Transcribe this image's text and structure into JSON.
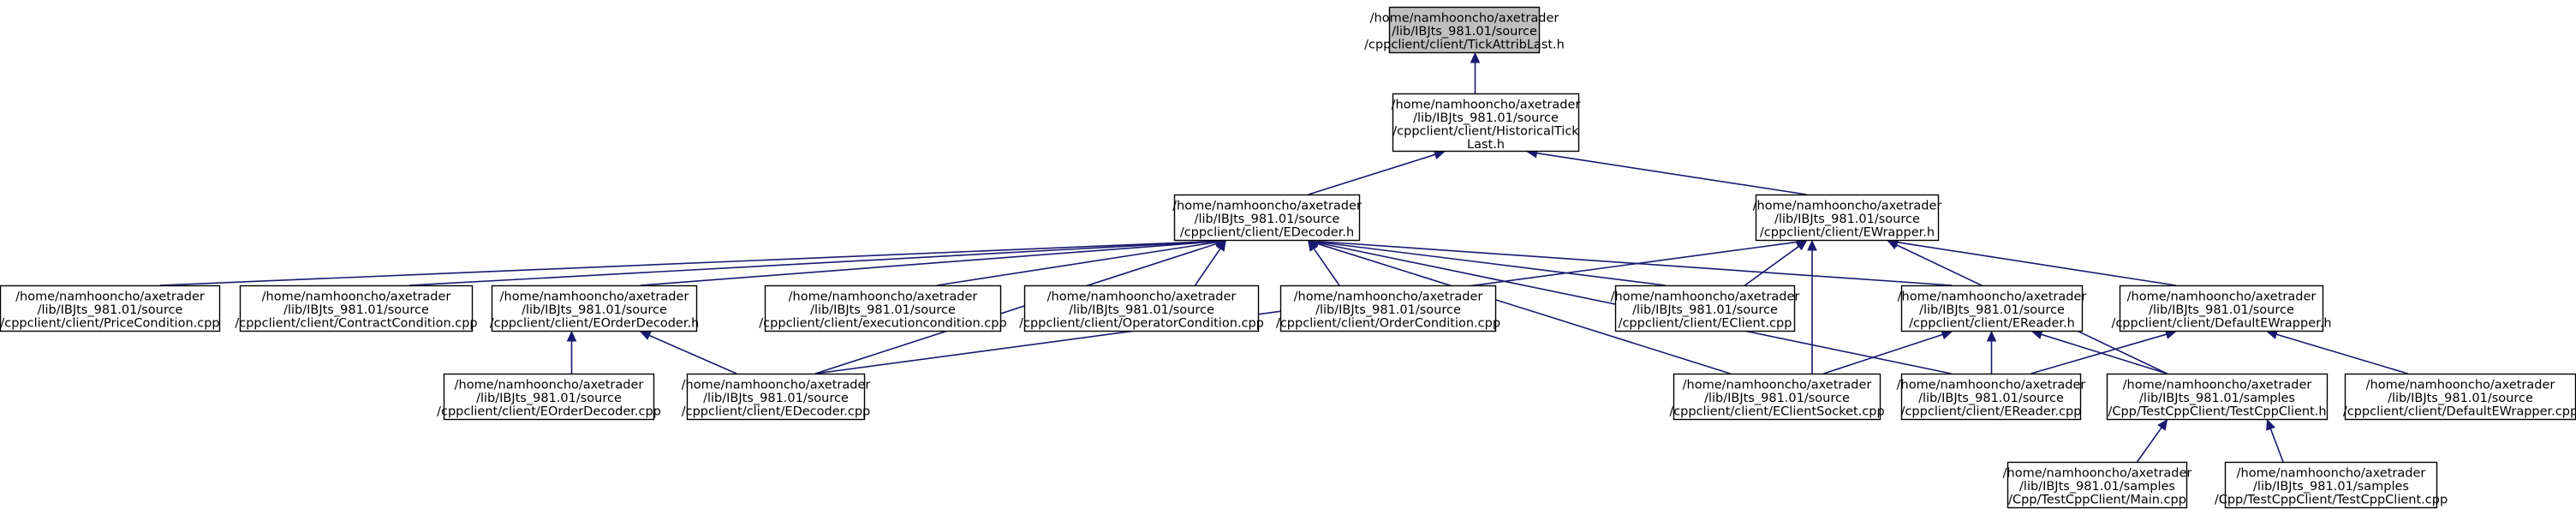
{
  "diagram": {
    "type": "include-dependency-graph",
    "nodes": [
      {
        "id": "n0",
        "lines": [
          "/home/namhooncho/axetrader",
          "/lib/IBJts_981.01/source",
          "/cppclient/client/TickAttribLast.h"
        ],
        "highlighted": true
      },
      {
        "id": "n1",
        "lines": [
          "/home/namhooncho/axetrader",
          "/lib/IBJts_981.01/source",
          "/cppclient/client/HistoricalTick",
          "Last.h"
        ]
      },
      {
        "id": "n2",
        "lines": [
          "/home/namhooncho/axetrader",
          "/lib/IBJts_981.01/source",
          "/cppclient/client/EDecoder.h"
        ]
      },
      {
        "id": "n3",
        "lines": [
          "/home/namhooncho/axetrader",
          "/lib/IBJts_981.01/source",
          "/cppclient/client/EWrapper.h"
        ]
      },
      {
        "id": "n4",
        "lines": [
          "/home/namhooncho/axetrader",
          "/lib/IBJts_981.01/source",
          "/cppclient/client/PriceCondition.cpp"
        ]
      },
      {
        "id": "n5",
        "lines": [
          "/home/namhooncho/axetrader",
          "/lib/IBJts_981.01/source",
          "/cppclient/client/ContractCondition.cpp"
        ]
      },
      {
        "id": "n6",
        "lines": [
          "/home/namhooncho/axetrader",
          "/lib/IBJts_981.01/source",
          "/cppclient/client/EOrderDecoder.h"
        ]
      },
      {
        "id": "n7",
        "lines": [
          "/home/namhooncho/axetrader",
          "/lib/IBJts_981.01/source",
          "/cppclient/client/executioncondition.cpp"
        ]
      },
      {
        "id": "n8",
        "lines": [
          "/home/namhooncho/axetrader",
          "/lib/IBJts_981.01/source",
          "/cppclient/client/OperatorCondition.cpp"
        ]
      },
      {
        "id": "n9",
        "lines": [
          "/home/namhooncho/axetrader",
          "/lib/IBJts_981.01/source",
          "/cppclient/client/OrderCondition.cpp"
        ]
      },
      {
        "id": "n10",
        "lines": [
          "/home/namhooncho/axetrader",
          "/lib/IBJts_981.01/source",
          "/cppclient/client/EClient.cpp"
        ]
      },
      {
        "id": "n11",
        "lines": [
          "/home/namhooncho/axetrader",
          "/lib/IBJts_981.01/source",
          "/cppclient/client/EReader.h"
        ]
      },
      {
        "id": "n12",
        "lines": [
          "/home/namhooncho/axetrader",
          "/lib/IBJts_981.01/source",
          "/cppclient/client/DefaultEWrapper.h"
        ]
      },
      {
        "id": "n13",
        "lines": [
          "/home/namhooncho/axetrader",
          "/lib/IBJts_981.01/source",
          "/cppclient/client/EOrderDecoder.cpp"
        ]
      },
      {
        "id": "n14",
        "lines": [
          "/home/namhooncho/axetrader",
          "/lib/IBJts_981.01/source",
          "/cppclient/client/EDecoder.cpp"
        ]
      },
      {
        "id": "n15",
        "lines": [
          "/home/namhooncho/axetrader",
          "/lib/IBJts_981.01/source",
          "/cppclient/client/EClientSocket.cpp"
        ]
      },
      {
        "id": "n16",
        "lines": [
          "/home/namhooncho/axetrader",
          "/lib/IBJts_981.01/source",
          "/cppclient/client/EReader.cpp"
        ]
      },
      {
        "id": "n17",
        "lines": [
          "/home/namhooncho/axetrader",
          "/lib/IBJts_981.01/samples",
          "/Cpp/TestCppClient/TestCppClient.h"
        ]
      },
      {
        "id": "n18",
        "lines": [
          "/home/namhooncho/axetrader",
          "/lib/IBJts_981.01/source",
          "/cppclient/client/DefaultEWrapper.cpp"
        ]
      },
      {
        "id": "n19",
        "lines": [
          "/home/namhooncho/axetrader",
          "/lib/IBJts_981.01/samples",
          "/Cpp/TestCppClient/Main.cpp"
        ]
      },
      {
        "id": "n20",
        "lines": [
          "/home/namhooncho/axetrader",
          "/lib/IBJts_981.01/samples",
          "/Cpp/TestCppClient/TestCppClient.cpp"
        ]
      }
    ],
    "edges": [
      {
        "from": "n1",
        "to": "n0"
      },
      {
        "from": "n2",
        "to": "n1"
      },
      {
        "from": "n3",
        "to": "n1"
      },
      {
        "from": "n4",
        "to": "n2"
      },
      {
        "from": "n5",
        "to": "n2"
      },
      {
        "from": "n6",
        "to": "n2"
      },
      {
        "from": "n7",
        "to": "n2"
      },
      {
        "from": "n8",
        "to": "n2"
      },
      {
        "from": "n9",
        "to": "n2"
      },
      {
        "from": "n10",
        "to": "n2"
      },
      {
        "from": "n11",
        "to": "n2"
      },
      {
        "from": "n14",
        "to": "n2"
      },
      {
        "from": "n15",
        "to": "n2"
      },
      {
        "from": "n16",
        "to": "n2"
      },
      {
        "from": "n10",
        "to": "n3"
      },
      {
        "from": "n12",
        "to": "n3"
      },
      {
        "from": "n14",
        "to": "n3"
      },
      {
        "from": "n15",
        "to": "n3"
      },
      {
        "from": "n17",
        "to": "n3"
      },
      {
        "from": "n13",
        "to": "n6"
      },
      {
        "from": "n14",
        "to": "n6"
      },
      {
        "from": "n15",
        "to": "n11"
      },
      {
        "from": "n16",
        "to": "n11"
      },
      {
        "from": "n17",
        "to": "n11"
      },
      {
        "from": "n16",
        "to": "n12"
      },
      {
        "from": "n18",
        "to": "n12"
      },
      {
        "from": "n19",
        "to": "n17"
      },
      {
        "from": "n20",
        "to": "n17"
      }
    ]
  }
}
